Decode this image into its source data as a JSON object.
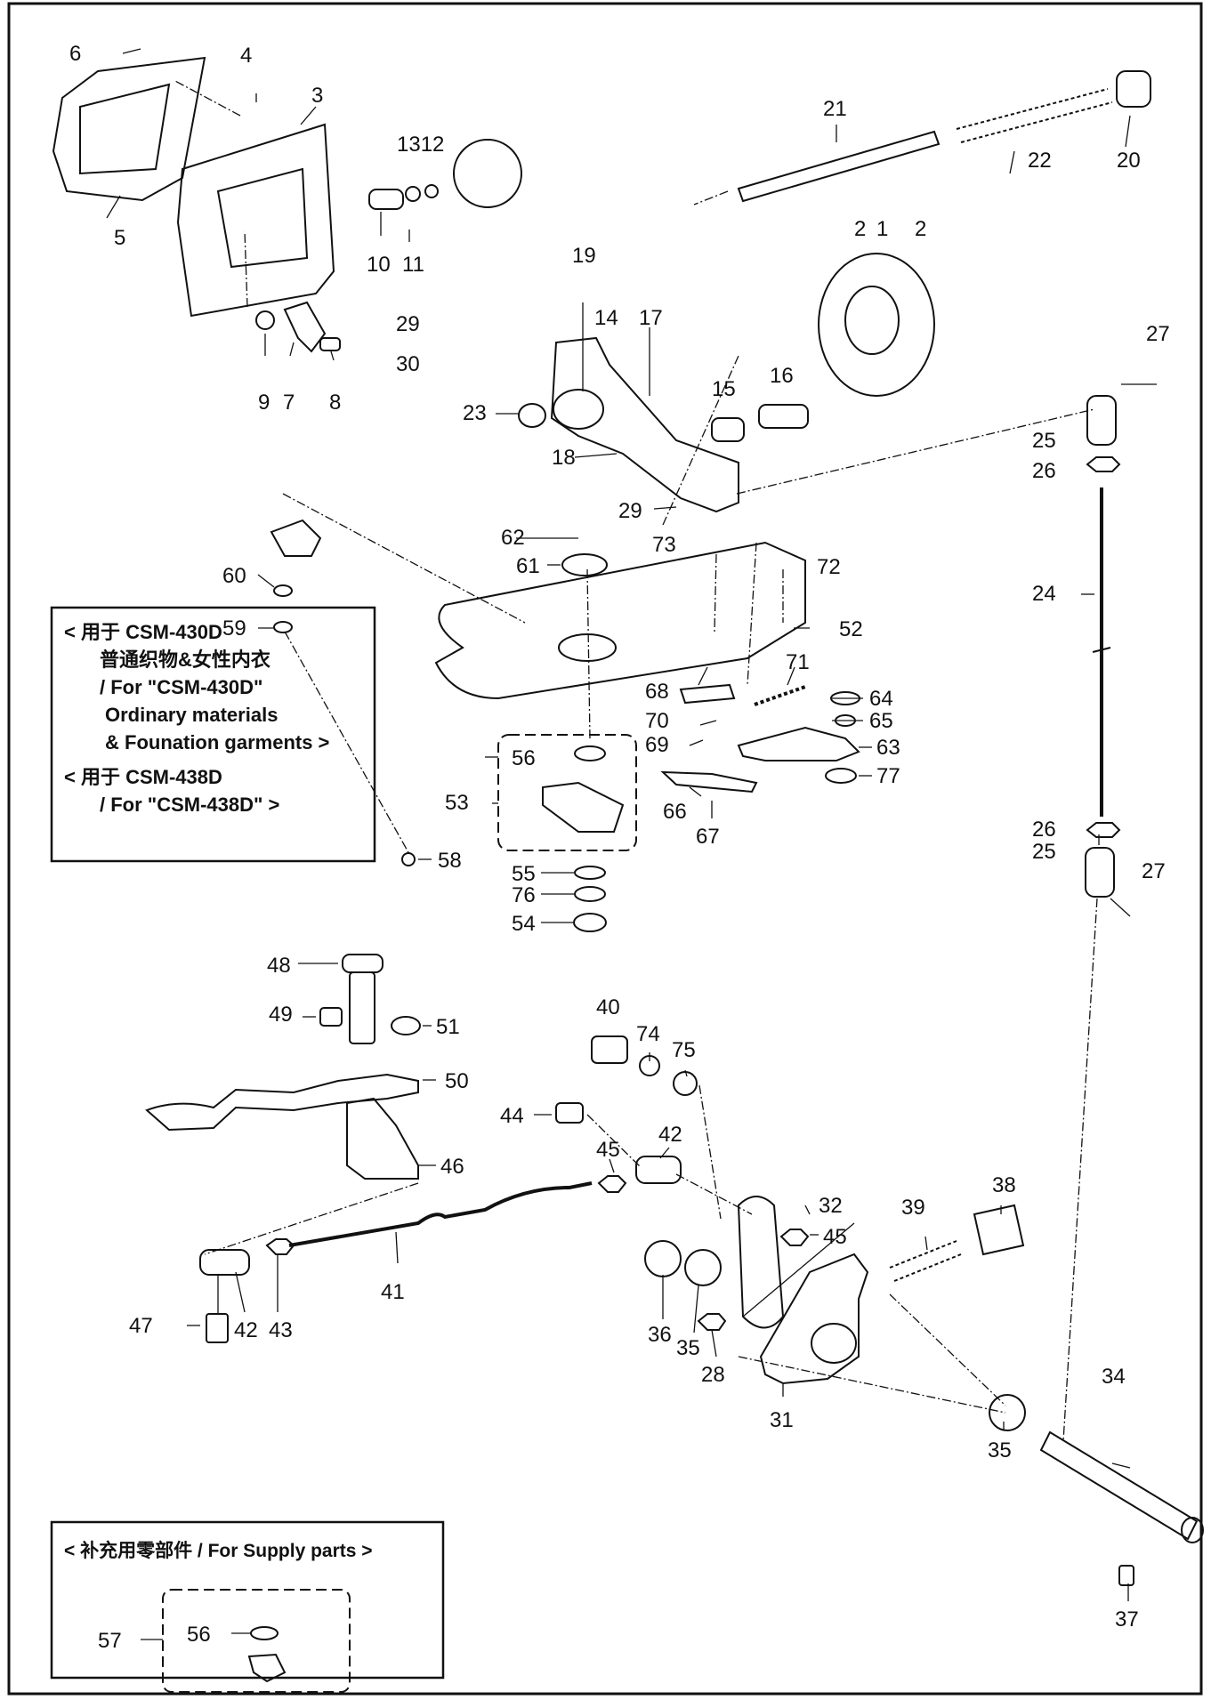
{
  "note_box": {
    "line1": "< 用于 CSM-430D",
    "line2": "普通织物&女性内衣",
    "line3": "/ For \"CSM-430D\"",
    "line4": "Ordinary materials",
    "line5": "& Founation garments >",
    "line6": "< 用于 CSM-438D",
    "line7": "/ For \"CSM-438D\" >"
  },
  "supply_box": {
    "title": "< 补充用零部件 / For Supply parts >"
  },
  "callouts": {
    "c1": "1",
    "c2a": "2",
    "c2b": "2",
    "c3": "3",
    "c4": "4",
    "c5": "5",
    "c6": "6",
    "c7": "7",
    "c8": "8",
    "c9": "9",
    "c10": "10",
    "c11": "11",
    "c1312": "1312",
    "c14": "14",
    "c15": "15",
    "c16": "16",
    "c17": "17",
    "c18": "18",
    "c19": "19",
    "c20": "20",
    "c21": "21",
    "c22": "22",
    "c23": "23",
    "c24": "24",
    "c25a": "25",
    "c25b": "25",
    "c26a": "26",
    "c26b": "26",
    "c27a": "27",
    "c27b": "27",
    "c28": "28",
    "c29a": "29",
    "c29b": "29",
    "c30": "30",
    "c31": "31",
    "c32": "32",
    "c34": "34",
    "c35a": "35",
    "c35b": "35",
    "c36": "36",
    "c37": "37",
    "c38": "38",
    "c39": "39",
    "c40": "40",
    "c41": "41",
    "c42a": "42",
    "c42b": "42",
    "c43": "43",
    "c44": "44",
    "c45a": "45",
    "c45b": "45",
    "c46": "46",
    "c47": "47",
    "c48": "48",
    "c49": "49",
    "c50": "50",
    "c51": "51",
    "c52": "52",
    "c53": "53",
    "c54": "54",
    "c55": "55",
    "c56a": "56",
    "c56b": "56",
    "c57": "57",
    "c58": "58",
    "c59": "59",
    "c60": "60",
    "c61": "61",
    "c62": "62",
    "c63": "63",
    "c64": "64",
    "c65": "65",
    "c66": "66",
    "c67": "67",
    "c68": "68",
    "c69": "69",
    "c70": "70",
    "c71": "71",
    "c72": "72",
    "c73": "73",
    "c74": "74",
    "c75": "75",
    "c76": "76",
    "c77": "77"
  }
}
